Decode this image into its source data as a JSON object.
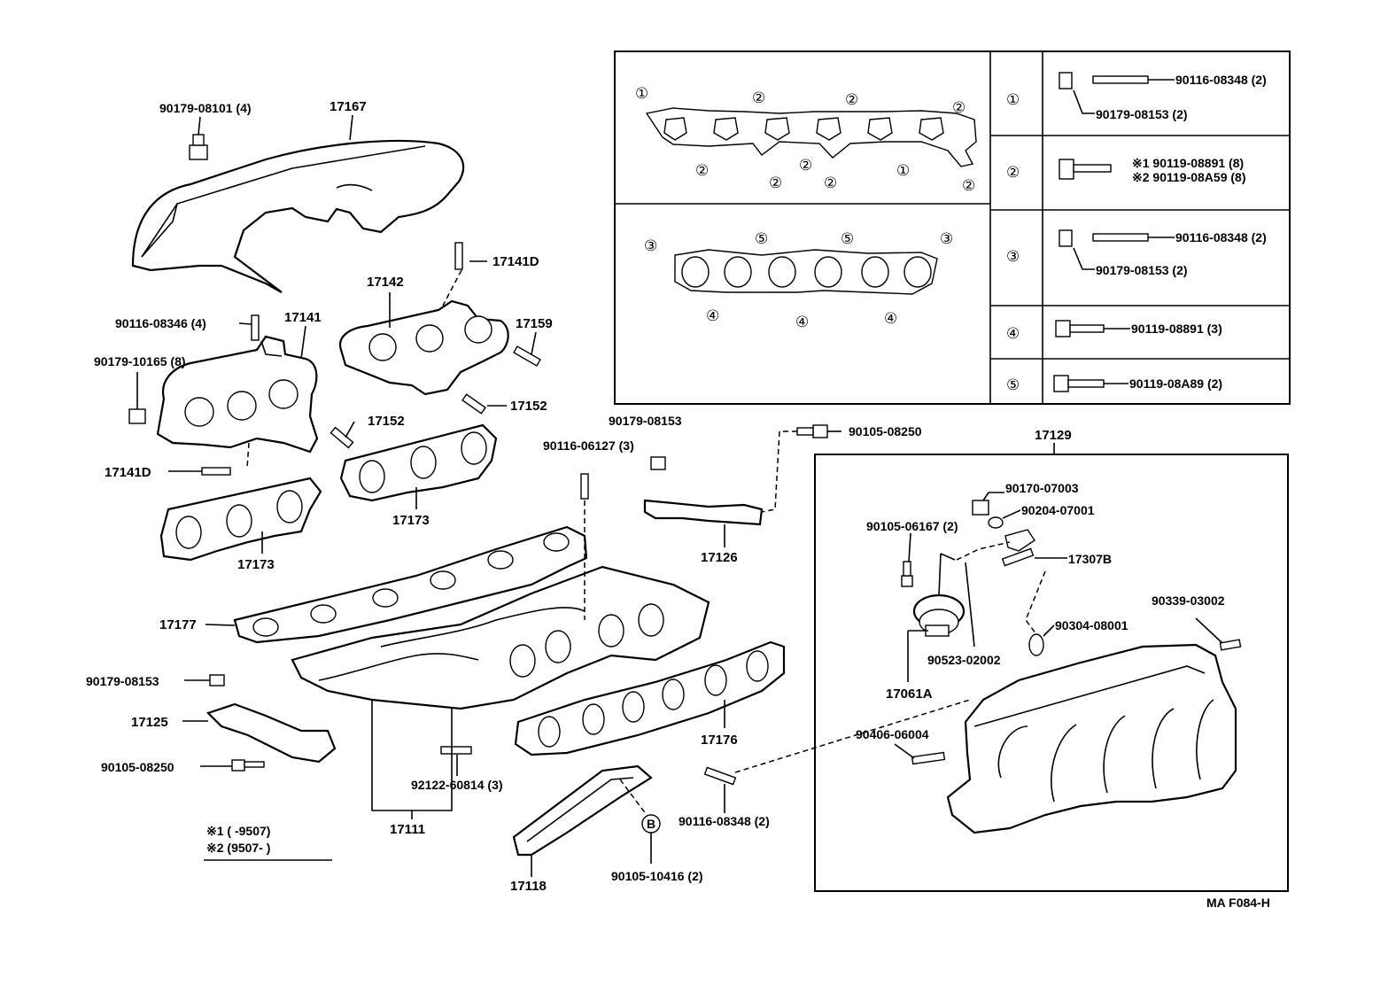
{
  "labels": {
    "p90179_08101": "90179-08101 (4)",
    "p17167": "17167",
    "p17141D_a": "17141D",
    "p17142": "17142",
    "p90116_08346": "90116-08346 (4)",
    "p17141": "17141",
    "p17159": "17159",
    "p90179_10165": "90179-10165 (8)",
    "p17152_a": "17152",
    "p17152_b": "17152",
    "p17141D_b": "17141D",
    "p17173_a": "17173",
    "p17173_b": "17173",
    "p90179_08153_top": "90179-08153",
    "p90116_06127": "90116-06127 (3)",
    "p90105_08250_top": "90105-08250",
    "p17126": "17126",
    "p17129": "17129",
    "p17177": "17177",
    "p90179_08153_left": "90179-08153",
    "p17125": "17125",
    "p90105_08250_left": "90105-08250",
    "p17176": "17176",
    "p92122_60814": "92122-60814 (3)",
    "p17111": "17111",
    "p17118": "17118",
    "p90105_10416": "90105-10416 (2)",
    "p90116_08348_bottom": "90116-08348 (2)",
    "p90170_07003": "90170-07003",
    "p90204_07001": "90204-07001",
    "p90105_06167": "90105-06167 (2)",
    "p17307B": "17307B",
    "p90339_03002": "90339-03002",
    "p90304_08001": "90304-08001",
    "p90523_02002": "90523-02002",
    "p17061A": "17061A",
    "p90406_06004": "90406-06004",
    "circle_b": "B"
  },
  "legend": {
    "row1": "※1 (        -9507)",
    "row2": "※2 (9507-          )"
  },
  "footer_code": "MA  F084-H",
  "gasket_markers": {
    "upper_top": [
      "①",
      "②",
      "②",
      "②"
    ],
    "upper_bottom": [
      "②",
      "②",
      "②",
      "②",
      "①",
      "②"
    ],
    "lower_top": [
      "③",
      "⑤",
      "⑤",
      "③"
    ],
    "lower_bottom": [
      "④",
      "④",
      "④"
    ]
  },
  "bolt_table": [
    {
      "marker": "①",
      "lines": [
        "90116-08348 (2)",
        "90179-08153 (2)"
      ]
    },
    {
      "marker": "②",
      "lines": [
        "※1 90119-08891 (8)",
        "※2 90119-08A59 (8)"
      ]
    },
    {
      "marker": "③",
      "lines": [
        "90116-08348 (2)",
        "90179-08153 (2)"
      ]
    },
    {
      "marker": "④",
      "lines": [
        "90119-08891 (3)"
      ]
    },
    {
      "marker": "⑤",
      "lines": [
        "90119-08A89 (2)"
      ]
    }
  ]
}
